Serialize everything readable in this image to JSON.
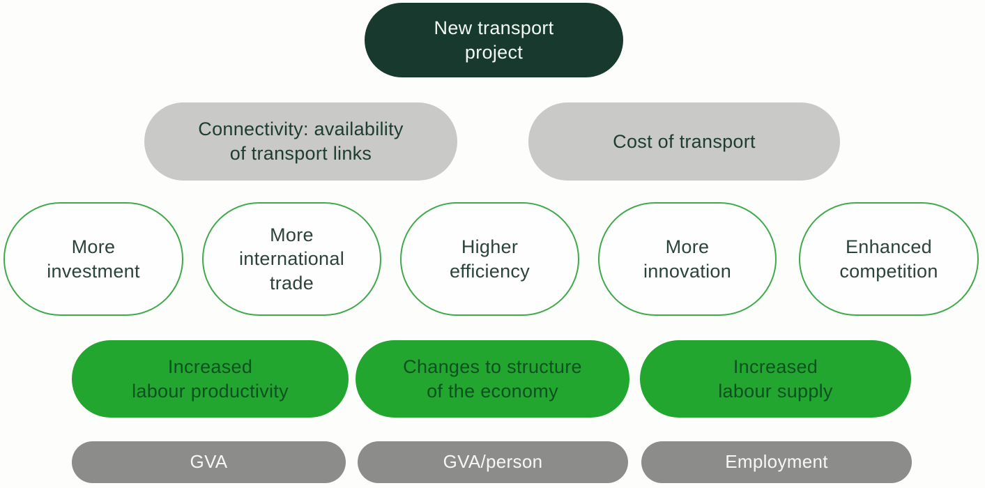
{
  "page": {
    "background_color": "#fdfdfc"
  },
  "colors": {
    "root_fill": "#18392d",
    "root_text": "#f2f8f4",
    "driver_fill": "#c9c9c7",
    "driver_text": "#1d3c33",
    "mechanism_fill": "#fdfefd",
    "mechanism_border": "#3fa94b",
    "mechanism_text": "#2c423c",
    "impact_fill": "#22a62f",
    "impact_text": "#0d5121",
    "metric_fill": "#8c8c8a",
    "metric_text": "#f7f7f5"
  },
  "diagram": {
    "root": {
      "label": "New transport\nproject"
    },
    "drivers": [
      {
        "label": "Connectivity: availability\nof transport links"
      },
      {
        "label": "Cost of transport"
      }
    ],
    "mechanisms": [
      {
        "label": "More\ninvestment"
      },
      {
        "label": "More\ninternational\ntrade"
      },
      {
        "label": "Higher\nefficiency"
      },
      {
        "label": "More\ninnovation"
      },
      {
        "label": "Enhanced\ncompetition"
      }
    ],
    "impacts": [
      {
        "label": "Increased\nlabour productivity"
      },
      {
        "label": "Changes to structure\nof the economy"
      },
      {
        "label": "Increased\nlabour supply"
      }
    ],
    "metrics": [
      {
        "label": "GVA"
      },
      {
        "label": "GVA/person"
      },
      {
        "label": "Employment"
      }
    ]
  }
}
